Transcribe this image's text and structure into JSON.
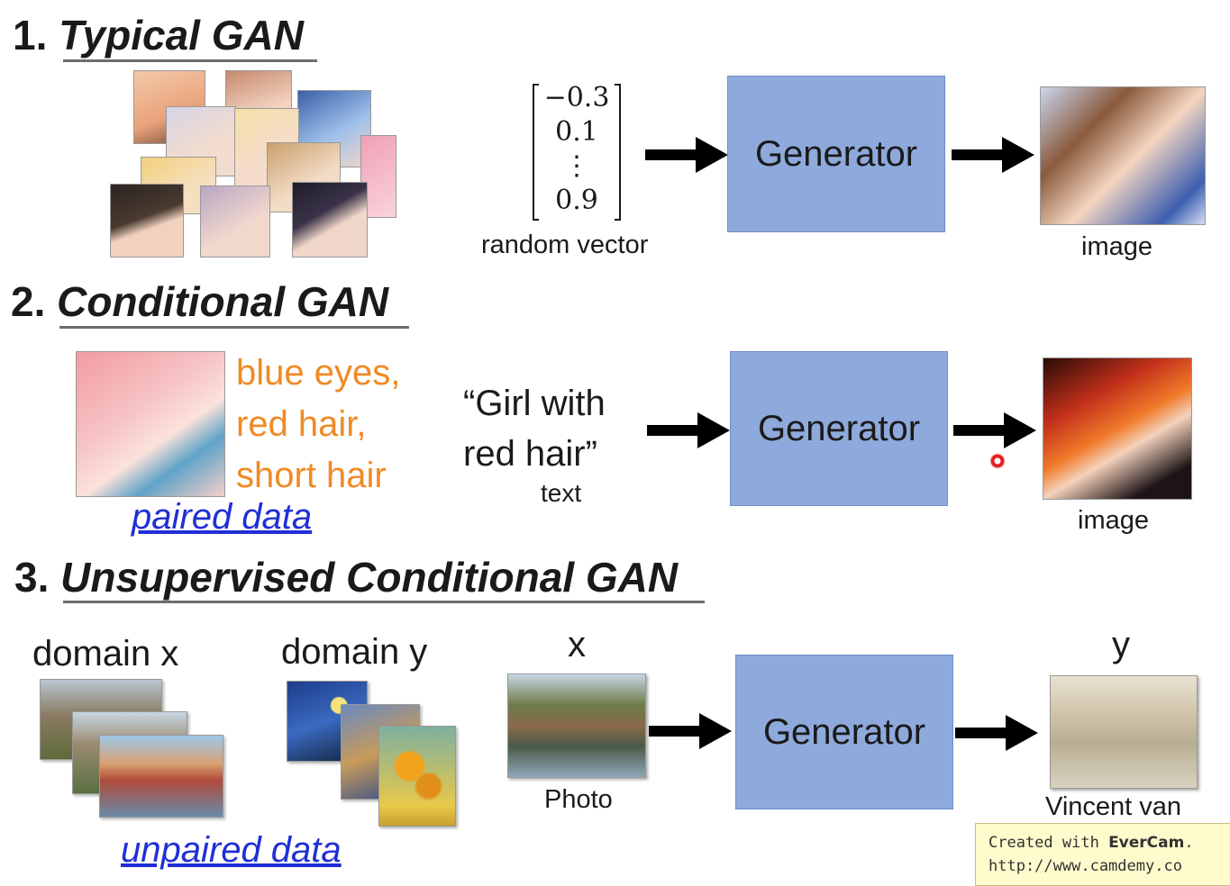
{
  "sections": [
    {
      "number": "1.",
      "title": "Typical GAN",
      "input": {
        "vector": [
          "−0.3",
          "0.1",
          "⋮",
          "0.9"
        ],
        "label": "random vector"
      },
      "generator": "Generator",
      "output_label": "image"
    },
    {
      "number": "2.",
      "title": "Conditional GAN",
      "tags": [
        "blue eyes,",
        "red hair,",
        "short hair"
      ],
      "data_link": "paired data",
      "input": {
        "text_line1": "“Girl with",
        "text_line2": "red hair”",
        "label": "text"
      },
      "generator": "Generator",
      "output_label": "image"
    },
    {
      "number": "3.",
      "title": "Unsupervised Conditional GAN",
      "domain_x": "domain x",
      "domain_y": "domain y",
      "data_link": "unpaired data",
      "input": {
        "top_label": "x",
        "label": "Photo"
      },
      "generator": "Generator",
      "output": {
        "top_label": "y",
        "label": "Vincent van"
      }
    }
  ],
  "watermark": {
    "line1_prefix": "Created with ",
    "brand": "EverCam",
    "line1_suffix": ".",
    "line2": "http://www.camdemy.co"
  },
  "colors": {
    "generator_fill": "#8ea9db",
    "tag_text": "#f08a24",
    "link_text": "#1f2fd6"
  }
}
